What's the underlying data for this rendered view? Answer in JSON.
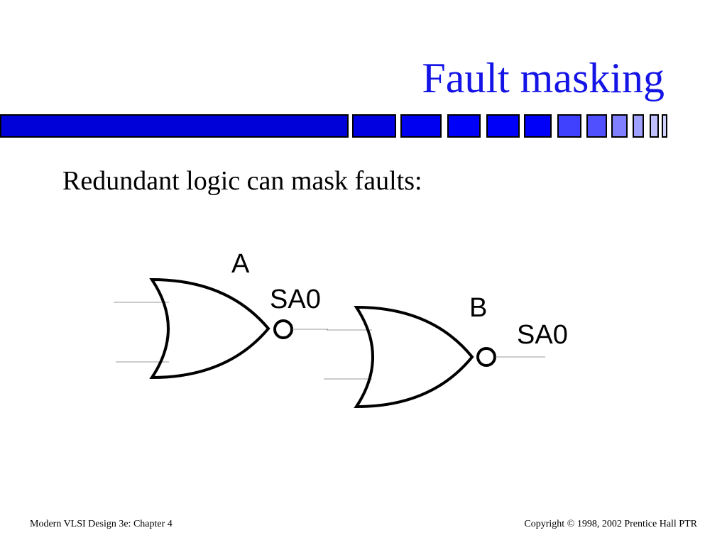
{
  "slide": {
    "title": "Fault masking",
    "subtitle": "Redundant logic can mask faults:",
    "accent_color": "#1414e6"
  },
  "diagram": {
    "gate_a": {
      "label": "A",
      "fault_label": "SA0",
      "type": "NOR"
    },
    "gate_b": {
      "label": "B",
      "fault_label": "SA0",
      "type": "NOR"
    }
  },
  "footer": {
    "left": "Modern VLSI Design 3e: Chapter 4",
    "right": "Copyright © 1998, 2002 Prentice Hall PTR"
  }
}
